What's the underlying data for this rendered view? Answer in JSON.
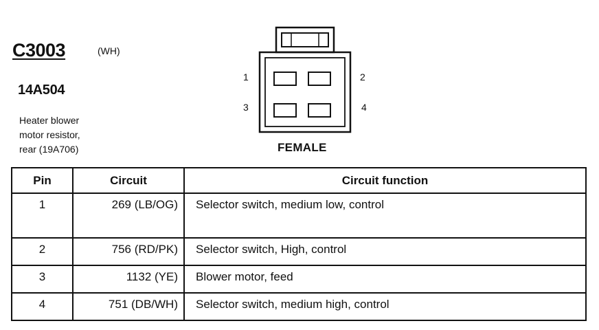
{
  "connector": {
    "id": "C3003",
    "color": "(WH)",
    "part_number": "14A504",
    "description_lines": [
      "Heater blower",
      "motor resistor,",
      "rear (19A706)"
    ],
    "gender": "FEMALE",
    "pin_labels": [
      "1",
      "2",
      "3",
      "4"
    ]
  },
  "table": {
    "headers": [
      "Pin",
      "Circuit",
      "Circuit function"
    ],
    "rows": [
      {
        "pin": "1",
        "circuit": "269 (LB/OG)",
        "function": "Selector switch, medium low, control"
      },
      {
        "pin": "2",
        "circuit": "756 (RD/PK)",
        "function": "Selector switch, High, control"
      },
      {
        "pin": "3",
        "circuit": "1132 (YE)",
        "function": "Blower motor, feed"
      },
      {
        "pin": "4",
        "circuit": "751 (DB/WH)",
        "function": "Selector switch, medium high, control"
      }
    ]
  }
}
